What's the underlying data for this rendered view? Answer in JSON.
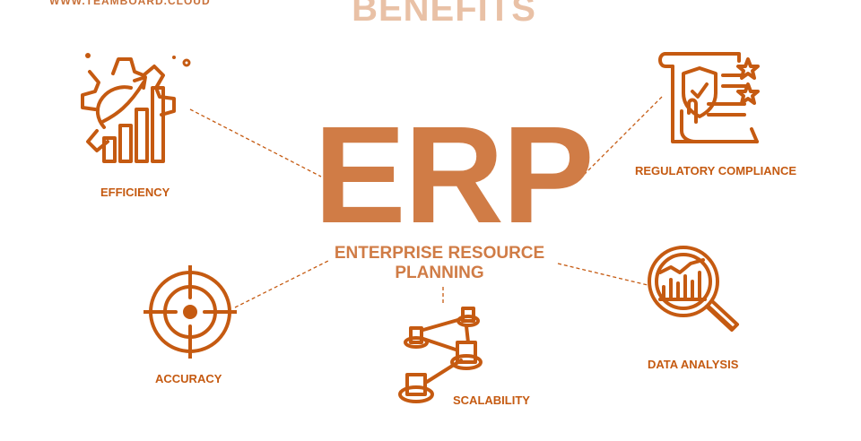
{
  "header": {
    "url": "WWW.TEAMBOARD.CLOUD",
    "title": "BENEFITS"
  },
  "center": {
    "acronym": "ERP",
    "full_name_line1": "ENTERPRISE RESOURCE",
    "full_name_line2": "PLANNING"
  },
  "benefits": {
    "efficiency": "EFFICIENCY",
    "compliance": "REGULATORY COMPLIANCE",
    "accuracy": "ACCURACY",
    "scalability": "SCALABILITY",
    "data_analysis": "DATA ANALYSIS"
  },
  "icons": {
    "efficiency": "gear-chart-icon",
    "compliance": "document-shield-icon",
    "accuracy": "crosshair-target-icon",
    "scalability": "network-nodes-icon",
    "data_analysis": "magnifier-chart-icon"
  },
  "colors": {
    "primary": "#c55a11",
    "erp": "#d07c46",
    "heading": "#e9c1a6"
  }
}
